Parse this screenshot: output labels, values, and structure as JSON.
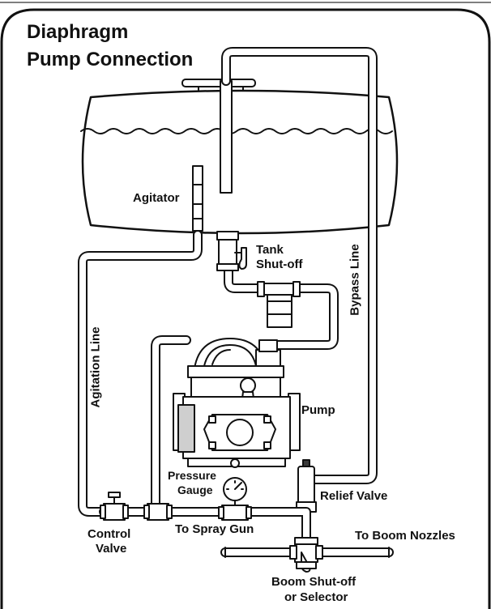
{
  "title": {
    "line1": "Diaphragm",
    "line2": "Pump Connection"
  },
  "labels": {
    "agitator": "Agitator",
    "tank_shutoff_1": "Tank",
    "tank_shutoff_2": "Shut-off",
    "bypass_line": "Bypass Line",
    "agitation_line": "Agitation Line",
    "pump": "Pump",
    "pressure_gauge_1": "Pressure",
    "pressure_gauge_2": "Gauge",
    "relief_valve": "Relief Valve",
    "control_valve_1": "Control",
    "control_valve_2": "Valve",
    "to_spray_gun": "To Spray Gun",
    "to_boom_nozzles": "To Boom Nozzles",
    "boom_shutoff_1": "Boom Shut-off",
    "boom_shutoff_2": "or Selector"
  },
  "colors": {
    "line": "#111111",
    "fill": "#ffffff",
    "shade": "#cfcfcf",
    "dark": "#3a3a3a"
  }
}
